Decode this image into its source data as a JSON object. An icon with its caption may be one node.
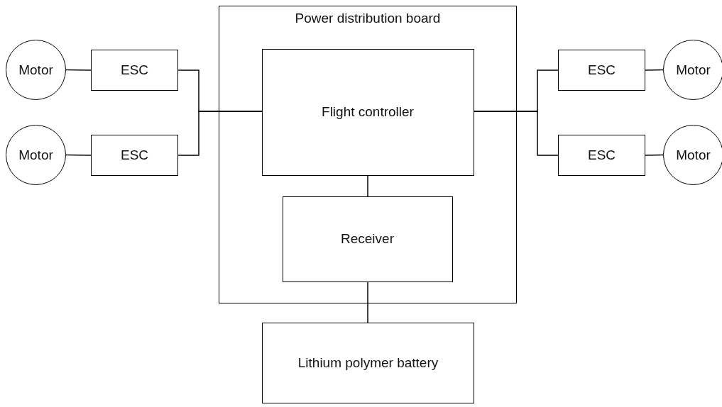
{
  "diagram": {
    "nodes": [
      {
        "text": [
          "Power distribution board"
        ]
      },
      {
        "text": [
          "Flight controller"
        ],
        "in": 0
      },
      {
        "text": [
          "Receiver"
        ],
        "in": 0
      },
      {
        "text": [
          "Lithium polymer battery"
        ]
      },
      {
        "text": [
          "Motor"
        ]
      },
      {
        "text": [
          "ESC"
        ]
      },
      {
        "text": [
          "Motor"
        ]
      },
      {
        "text": [
          "ESC"
        ]
      },
      {
        "text": [
          "ESC"
        ]
      },
      {
        "text": [
          "Motor"
        ]
      },
      {
        "text": [
          "ESC"
        ]
      },
      {
        "text": [
          "Motor"
        ]
      }
    ],
    "edges": [
      {
        "from": 4,
        "to": 5,
        "arrow": "none"
      },
      {
        "from": 6,
        "to": 7,
        "arrow": "none"
      },
      {
        "from": 5,
        "to": 1,
        "arrow": "none"
      },
      {
        "from": 7,
        "to": 1,
        "arrow": "none"
      },
      {
        "from": 1,
        "to": 8,
        "arrow": "none"
      },
      {
        "from": 1,
        "to": 10,
        "arrow": "none"
      },
      {
        "from": 8,
        "to": 9,
        "arrow": "none"
      },
      {
        "from": 10,
        "to": 11,
        "arrow": "none"
      },
      {
        "from": 1,
        "to": 2,
        "arrow": "none"
      },
      {
        "from": 2,
        "to": 3,
        "arrow": "none"
      }
    ]
  }
}
